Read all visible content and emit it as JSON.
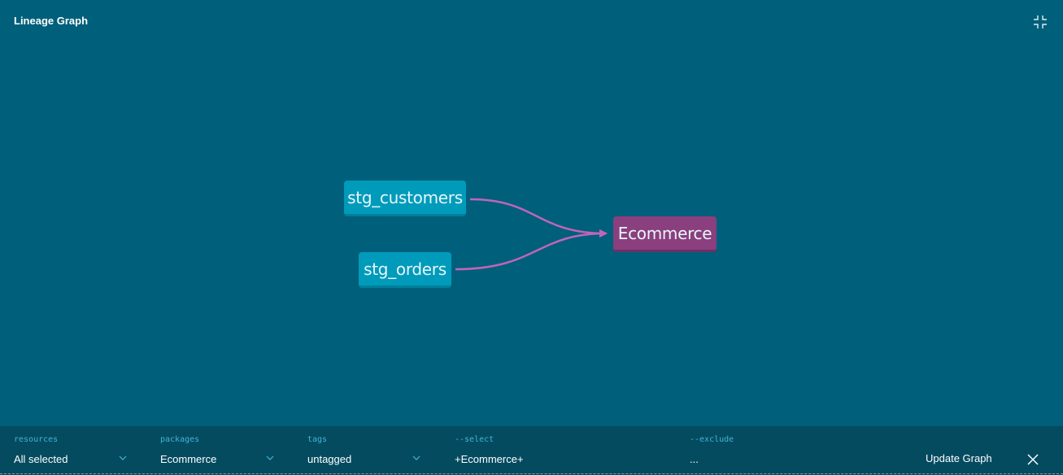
{
  "header": {
    "title": "Lineage Graph",
    "collapse_icon": "collapse-icon"
  },
  "graph": {
    "nodes": [
      {
        "id": "stg_customers",
        "label": "stg_customers",
        "type": "model"
      },
      {
        "id": "stg_orders",
        "label": "stg_orders",
        "type": "model"
      },
      {
        "id": "Ecommerce",
        "label": "Ecommerce",
        "type": "exposure"
      }
    ],
    "edges": [
      {
        "from": "stg_customers",
        "to": "Ecommerce"
      },
      {
        "from": "stg_orders",
        "to": "Ecommerce"
      }
    ],
    "colors": {
      "background": "#005f7a",
      "model_node": "#009bbb",
      "exposure_node": "#8a3f7e",
      "edge": "#c065bb"
    }
  },
  "toolbar": {
    "resources": {
      "label": "resources",
      "value": "All selected"
    },
    "packages": {
      "label": "packages",
      "value": "Ecommerce"
    },
    "tags": {
      "label": "tags",
      "value": "untagged"
    },
    "select": {
      "label": "--select",
      "value": "+Ecommerce+"
    },
    "exclude": {
      "label": "--exclude",
      "value": "..."
    },
    "update_label": "Update Graph",
    "close_icon": "close-icon"
  }
}
